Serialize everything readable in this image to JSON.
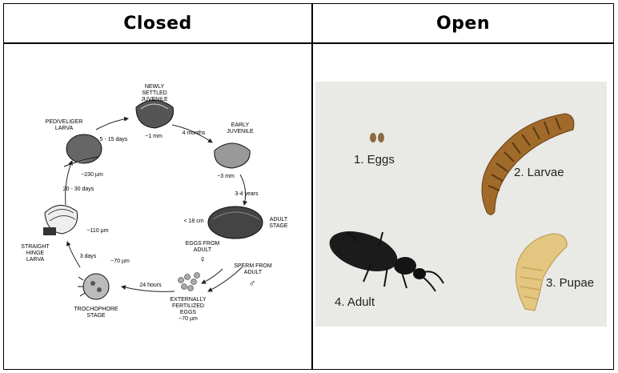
{
  "headers": {
    "closed": "Closed",
    "open": "Open"
  },
  "clam_cycle": {
    "newly_settled": [
      "NEWLY",
      "SETTLED",
      "JUVENILE"
    ],
    "newly_size": "~1 mm",
    "pediveliger": [
      "PEDIVELIGER",
      "LARVA"
    ],
    "pediveliger_size": "~230 µm",
    "arrow_5_15": "5 - 15 days",
    "arrow_4mo": "4 months",
    "early": [
      "EARLY",
      "JUVENILE"
    ],
    "early_size": "~3 mm",
    "arrow_3_4y": "3-4 years",
    "adult_size": "< 18 cm",
    "adult": [
      "ADULT",
      "STAGE"
    ],
    "eggs_from": [
      "EGGS FROM",
      "ADULT"
    ],
    "sperm_from": [
      "SPERM FROM",
      "ADULT"
    ],
    "female_symbol": "♀",
    "male_symbol": "♂",
    "fert_eggs": [
      "EXTERNALLY",
      "FERTILIZED",
      "EGGS"
    ],
    "fert_size": "~70 µm",
    "arrow_24h": "24 hours",
    "troch_size": "~70 µm",
    "trochophore": [
      "TROCHOPHORE",
      "STAGE"
    ],
    "arrow_3d": "3 days",
    "straight": [
      "STRAIGHT",
      "HINGE",
      "LARVA"
    ],
    "straight_size": "~110 µm",
    "arrow_20_30": "20 - 30 days"
  },
  "beetle_cycle": {
    "eggs": "1. Eggs",
    "larvae": "2. Larvae",
    "pupae": "3. Pupae",
    "adult": "4. Adult",
    "background_color": "#e9e9e5"
  }
}
